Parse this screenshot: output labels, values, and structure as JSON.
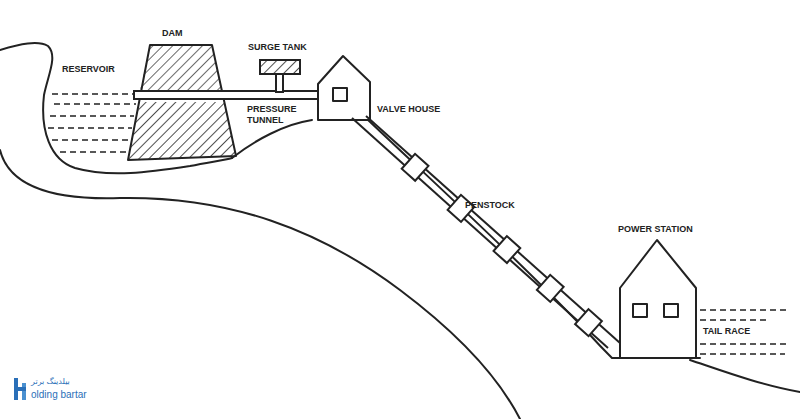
{
  "diagram": {
    "labels": [
      "DAM",
      "RESERVOIR",
      "SURGE TANK",
      "VALVE HOUSE",
      "PRESSURE TUNNEL",
      "PENSTOCK",
      "POWER STATION",
      "TAIL RACE",
      "بیلدینگ برتر",
      "olding bartar"
    ]
  }
}
